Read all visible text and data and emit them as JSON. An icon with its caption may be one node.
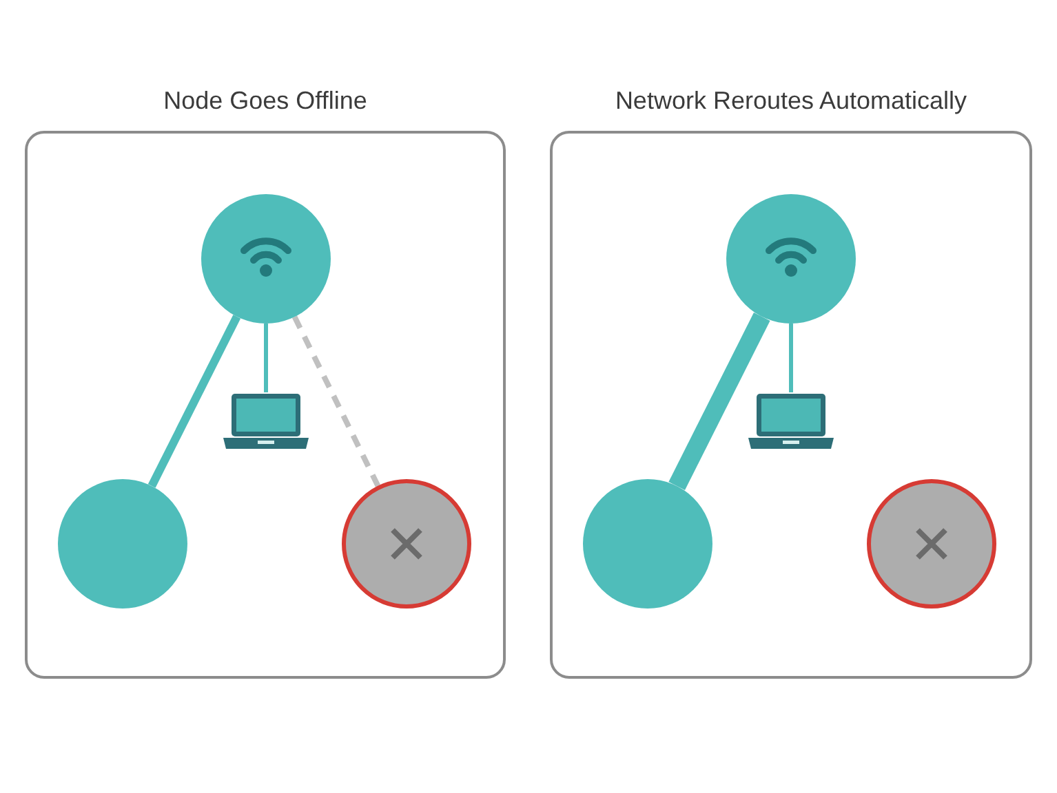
{
  "diagram": {
    "nodes": [
      {
        "text": [
          "Node Goes Offline"
        ]
      },
      {
        "text": [],
        "shape": "circle",
        "in": 0
      },
      {
        "text": [],
        "shape": "picture",
        "in": 0
      },
      {
        "text": [],
        "shape": "circle",
        "in": 0
      },
      {
        "text": [],
        "shape": "circle",
        "in": 0
      },
      {
        "text": [
          "Network Reroutes Automatically"
        ]
      },
      {
        "text": [],
        "shape": "circle",
        "in": 5
      },
      {
        "text": [],
        "shape": "picture",
        "in": 5
      },
      {
        "text": [],
        "shape": "circle",
        "in": 5
      },
      {
        "text": [],
        "shape": "circle",
        "in": 5
      }
    ],
    "edges": [
      {
        "from": 1,
        "to": 3,
        "arrow": "none"
      },
      {
        "from": 1,
        "to": 2,
        "arrow": "none"
      },
      {
        "from": 1,
        "to": 4,
        "arrow": "none",
        "style": "dashed",
        "color": "#c0c0c0"
      },
      {
        "from": 6,
        "to": 8,
        "arrow": "none",
        "style": "thick"
      },
      {
        "from": 6,
        "to": 7,
        "arrow": "none"
      }
    ]
  }
}
